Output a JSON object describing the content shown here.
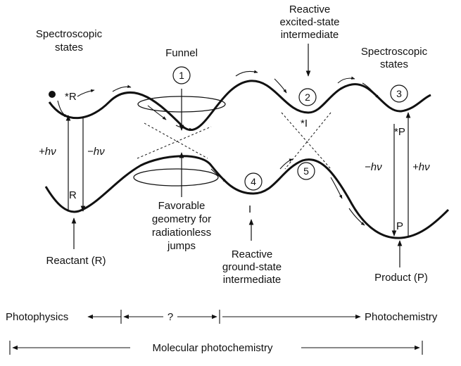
{
  "labels": {
    "spectroscopic_left_1": "Spectroscopic",
    "spectroscopic_left_2": "states",
    "spectroscopic_right_1": "Spectroscopic",
    "spectroscopic_right_2": "states",
    "funnel": "Funnel",
    "reactive_excited_1": "Reactive",
    "reactive_excited_2": "excited-state",
    "reactive_excited_3": "intermediate",
    "star_r": "*R",
    "r_label": "R",
    "star_i": "*I",
    "star_p": "*P",
    "p_label": "P",
    "i_label": "I",
    "plus_hv_left": "+hν",
    "minus_hv_left": "−hν",
    "minus_hv_right": "−hν",
    "plus_hv_right": "+hν",
    "favorable_1": "Favorable",
    "favorable_2": "geometry for",
    "favorable_3": "radiationless",
    "favorable_4": "jumps",
    "reactant": "Reactant (R)",
    "reactive_ground_1": "Reactive",
    "reactive_ground_2": "ground-state",
    "reactive_ground_3": "intermediate",
    "product": "Product (P)",
    "photophysics": "Photophysics",
    "question": "?",
    "photochemistry": "Photochemistry",
    "molecular_photochemistry": "Molecular photochemistry"
  },
  "markers": [
    "1",
    "2",
    "3",
    "4",
    "5"
  ]
}
